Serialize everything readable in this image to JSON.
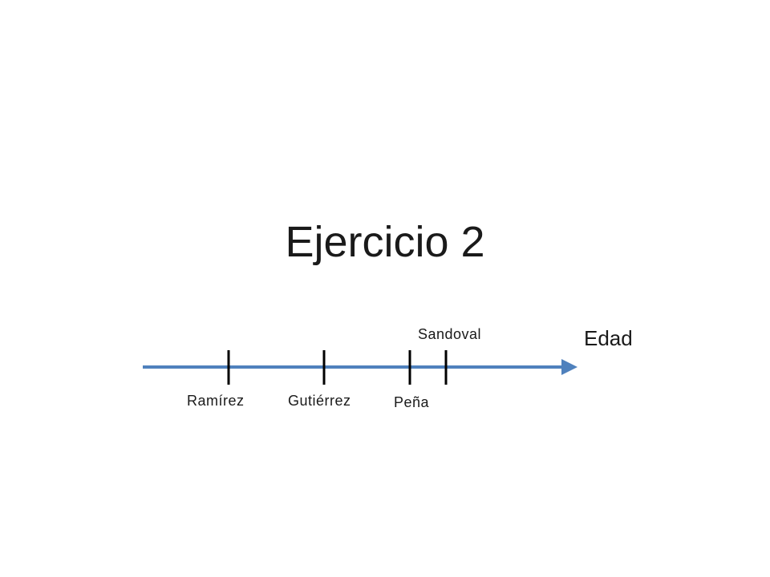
{
  "slide": {
    "title": "Ejercicio 2"
  },
  "timeline": {
    "axis_label": "Edad",
    "axis_color": "#4f81bd",
    "tick_color": "#000000",
    "points": [
      {
        "label": "Ramírez"
      },
      {
        "label": "Gutiérrez"
      },
      {
        "label": "Peña"
      },
      {
        "label": "Sandoval"
      }
    ]
  }
}
